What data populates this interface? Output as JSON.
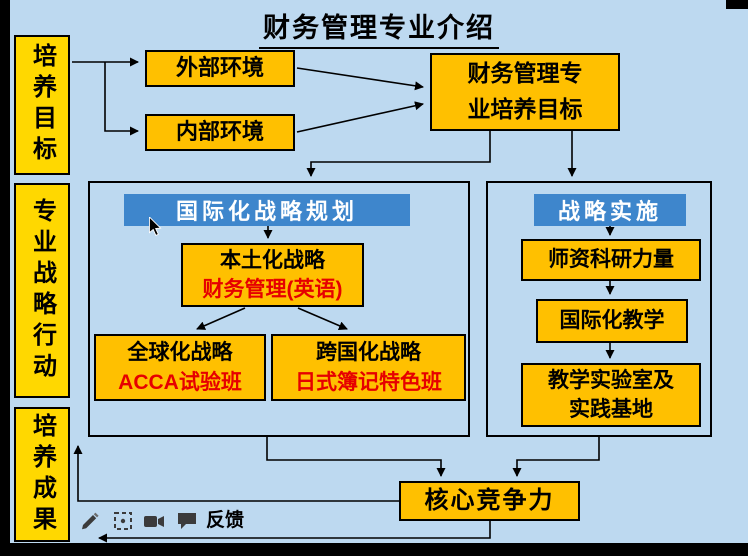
{
  "title": "财务管理专业介绍",
  "sidebar": {
    "goal": "培养目标",
    "strategy": "专业战略行动",
    "outcome": "培养成果"
  },
  "flow": {
    "external": "外部环境",
    "internal": "内部环境",
    "target_line1": "财务管理专",
    "target_line2": "业培养目标",
    "planning_header": "国际化战略规划",
    "local_line1": "本土化战略",
    "local_line2": "财务管理(英语)",
    "global_line1": "全球化战略",
    "global_line2": "ACCA试验班",
    "trans_line1": "跨国化战略",
    "trans_line2": "日式簿记特色班",
    "impl_header": "战略实施",
    "impl_item1": "师资科研力量",
    "impl_item2": "国际化教学",
    "impl_item3_line1": "教学实验室及",
    "impl_item3_line2": "实践基地",
    "core": "核心竞争力",
    "feedback_label": "反馈"
  },
  "toolbar": {
    "icons": [
      "pen",
      "capture-region",
      "camera",
      "chat"
    ]
  },
  "colors": {
    "background": "#bdd9f0",
    "box_gold": "#ffc000",
    "sidebar_yellow": "#ffd800",
    "header_blue": "#3e86cc",
    "text_red": "#e60000"
  }
}
